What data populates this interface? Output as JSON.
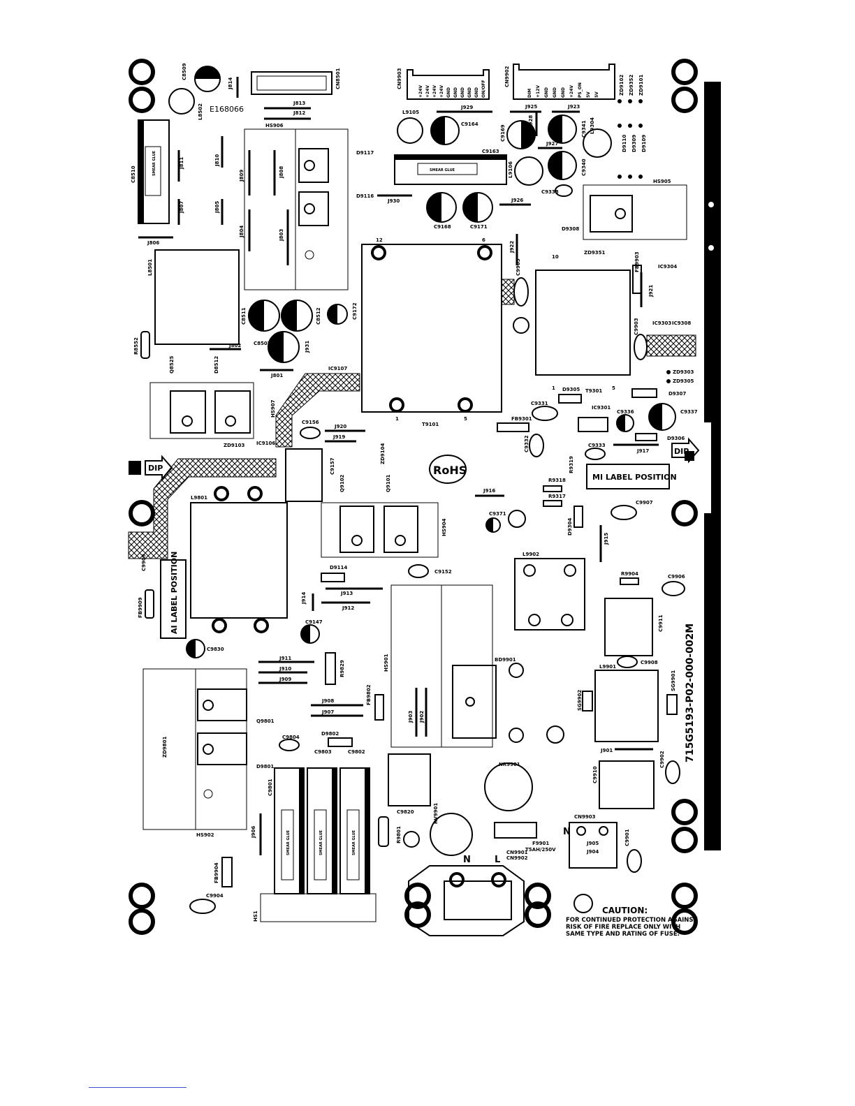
{
  "board": {
    "part_number": "715G5193-P02-000-002M",
    "ul_mark": "E168066",
    "rohs": "RoHS",
    "ai_label": "AI LABEL POSITION",
    "mi_label": "MI LABEL POSITION",
    "dip_left": "DIP",
    "dip_right": "DIP",
    "caution_title": "CAUTION:",
    "caution_lines": [
      "FOR CONTINUED PROTECTION AGAINST",
      "RISK OF FIRE REPLACE ONLY WITH",
      "SAME TYPE AND RATING OF FUSE."
    ],
    "fuse_rating": "T5AH/250V",
    "smear_glue": "SMEAR GLUE",
    "mains_n": "N",
    "mains_l": "L"
  },
  "connectors": {
    "cn8501": "CN8501",
    "cn9903": "CN9903",
    "cn9902": "CN9902",
    "cn9901": "CN9901",
    "cn9903b": "CN9903",
    "cn9903_pins": [
      "+24V",
      "+24V",
      "+24V",
      "+24V",
      "GND",
      "GND",
      "GND",
      "GND",
      "GND",
      "ON/OFF"
    ],
    "cn9902_pins": [
      "DIM",
      "+12V",
      "GND",
      "GND",
      "GND",
      "+24V",
      "PS_ON",
      "5V",
      "5V"
    ]
  },
  "labels": {
    "c8509": "C8509",
    "l8502": "L8502",
    "j814": "J814",
    "j813": "J813",
    "j812": "J812",
    "hs906": "HS906",
    "c8510": "C8510",
    "j811": "J811",
    "j810": "J810",
    "j809": "J809",
    "j808": "J808",
    "j807": "J807",
    "j805": "J805",
    "j804": "J804",
    "j803": "J803",
    "j806": "J806",
    "l8501": "L8501",
    "d9117": "D9117",
    "d9116": "D9116",
    "l9105": "L9105",
    "c9164": "C9164",
    "j929": "J929",
    "c9163": "C9163",
    "j930": "J930",
    "c9168": "C9168",
    "c9171": "C9171",
    "j926": "J926",
    "c9169": "C9169",
    "l9106": "L9106",
    "j928": "J928",
    "j925": "J925",
    "j923": "J923",
    "c9341": "C9341",
    "j927": "J927",
    "c9340": "C9340",
    "l9304": "L9304",
    "c9338": "C9338",
    "zd9102": "ZD9102",
    "zd9352": "ZD9352",
    "zd9101": "ZD9101",
    "d9110": "D9110",
    "d9309": "D9309",
    "d9109": "D9109",
    "hs905": "HS905",
    "d9308": "D9308",
    "zd9351": "ZD9351",
    "ic9304": "IC9304",
    "fb9903": "FB9903",
    "j921": "J921",
    "j922": "J922",
    "c9905": "C9905",
    "c8511": "C8511",
    "c8512": "C8512",
    "c9172": "C9172",
    "c8507": "C8507",
    "j931": "J931",
    "j802": "J802",
    "j801": "J801",
    "r8552": "R8552",
    "q8525": "Q8525",
    "d8512": "D8512",
    "ic9107": "IC9107",
    "hs907": "HS907",
    "t9101": "T9101",
    "c9903": "C9903",
    "ic9303": "IC9303",
    "ic9308": "IC9308",
    "zd9303": "ZD9303",
    "zd9305": "ZD9305",
    "d9307": "D9307",
    "d9305": "D9305",
    "t9301": "T9301",
    "c9331": "C9331",
    "ic9301": "IC9301",
    "c9336": "C9336",
    "c9337": "C9337",
    "d9306": "D9306",
    "fb9301": "FB9301",
    "c9332": "C9332",
    "c9333": "C9333",
    "j917": "J917",
    "c9156": "C9156",
    "j920": "J920",
    "j919": "J919",
    "zd9103": "ZD9103",
    "ic9106": "IC9106",
    "c9157": "C9157",
    "zd9104": "ZD9104",
    "q9102": "Q9102",
    "q9101": "Q9101",
    "r9319": "R9319",
    "r9318": "R9318",
    "r9317": "R9317",
    "j916": "J916",
    "c9371": "C9371",
    "d9304": "D9304",
    "c9907": "C9907",
    "j915": "J915",
    "l9801": "L9801",
    "hs904": "HS904",
    "c9909": "C9909",
    "fb9909": "FB9909",
    "d9114": "D9114",
    "j913": "J913",
    "j914": "J914",
    "j912": "J912",
    "c9152": "C9152",
    "l9902": "L9902",
    "r9904": "R9904",
    "c9906": "C9906",
    "c9911": "C9911",
    "c9147": "C9147",
    "c9830": "C9830",
    "j911": "J911",
    "j910": "J910",
    "j909": "J909",
    "r9829": "R9829",
    "hs901": "HS901",
    "bd9901": "BD9901",
    "c9908": "C9908",
    "l9901": "L9901",
    "sg9902": "SG9902",
    "sg9901": "SG9901",
    "fb9802": "FB9802",
    "j908": "J908",
    "j907": "J907",
    "j903": "J903",
    "j902": "J902",
    "q9801": "Q9801",
    "zd9801": "ZD9801",
    "d9801": "D9801",
    "c9804": "C9804",
    "d9802": "D9802",
    "c9803": "C9803",
    "c9802": "C9802",
    "c9801": "C9801",
    "j901": "J901",
    "c9910": "C9910",
    "c9902": "C9902",
    "nr9901": "NR9901",
    "hs902": "HS902",
    "j906": "J906",
    "c9820": "C9820",
    "rv9901": "RV9901",
    "r9801": "R9801",
    "f9901": "F9901",
    "j905": "J905",
    "j904": "J904",
    "c9901": "C9901",
    "fb9904": "FB9904",
    "c9904": "C9904",
    "hs1": "HS1"
  }
}
